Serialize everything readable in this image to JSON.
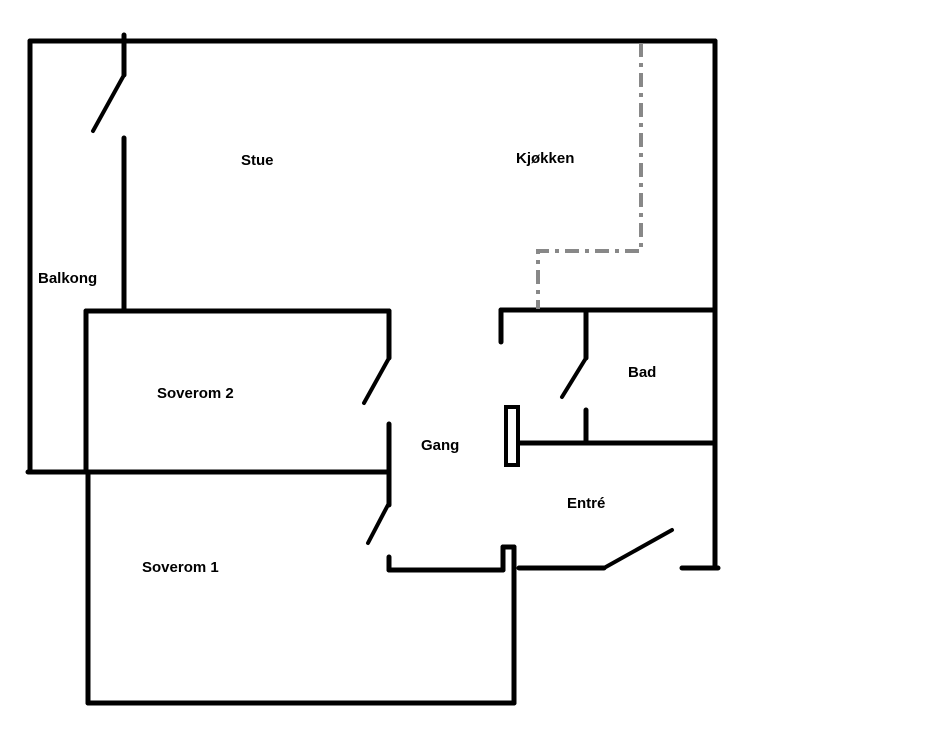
{
  "rooms": {
    "stue": "Stue",
    "kjokken": "Kjøkken",
    "balkong": "Balkong",
    "soverom2": "Soverom 2",
    "gang": "Gang",
    "bad": "Bad",
    "entre": "Entré",
    "soverom1": "Soverom 1"
  },
  "colors": {
    "wall": "#000000",
    "dashed_boundary": "#888888",
    "background": "#ffffff"
  }
}
